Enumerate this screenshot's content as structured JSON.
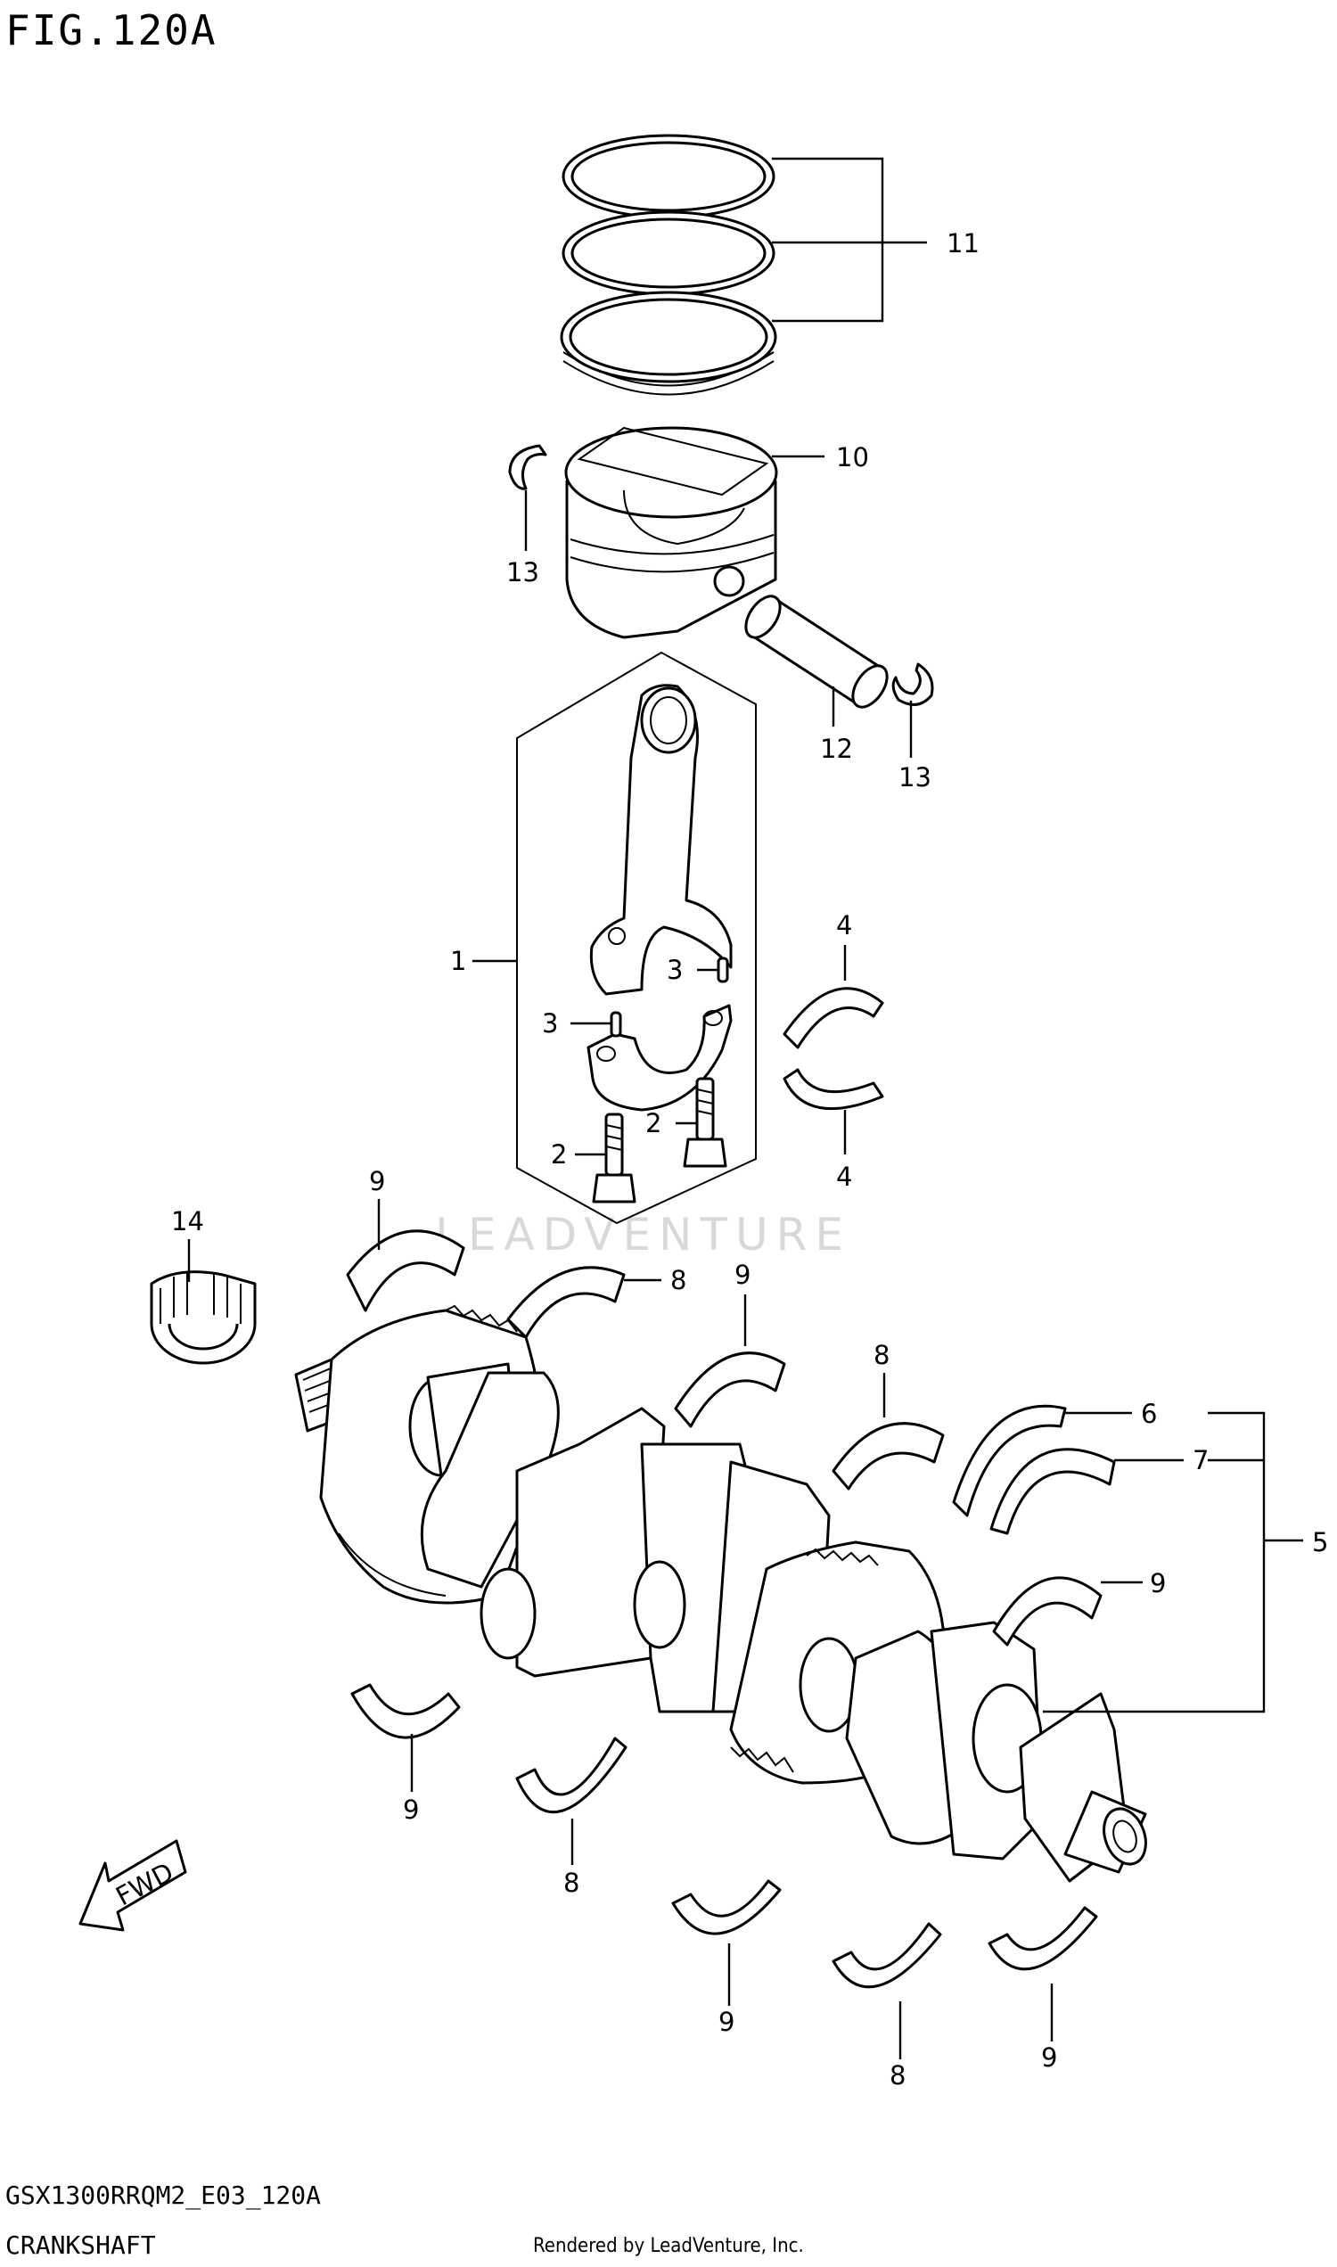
{
  "figure": {
    "title": "FIG.120A",
    "model_code": "GSX1300RRQM2_E03_120A",
    "section_name": "CRANKSHAFT",
    "credit": "Rendered by LeadVenture, Inc.",
    "watermark": "LEADVENTURE"
  },
  "callouts": {
    "c1": "1",
    "c2a": "2",
    "c2b": "2",
    "c3a": "3",
    "c3b": "3",
    "c4a": "4",
    "c4b": "4",
    "c5": "5",
    "c6": "6",
    "c7": "7",
    "c8a": "8",
    "c8b": "8",
    "c8c": "8",
    "c8d": "8",
    "c9a": "9",
    "c9b": "9",
    "c9c": "9",
    "c9d": "9",
    "c9e": "9",
    "c9f": "9",
    "c10": "10",
    "c11": "11",
    "c12": "12",
    "c13a": "13",
    "c13b": "13",
    "c14": "14"
  },
  "direction_arrow": {
    "label": "FWD"
  }
}
